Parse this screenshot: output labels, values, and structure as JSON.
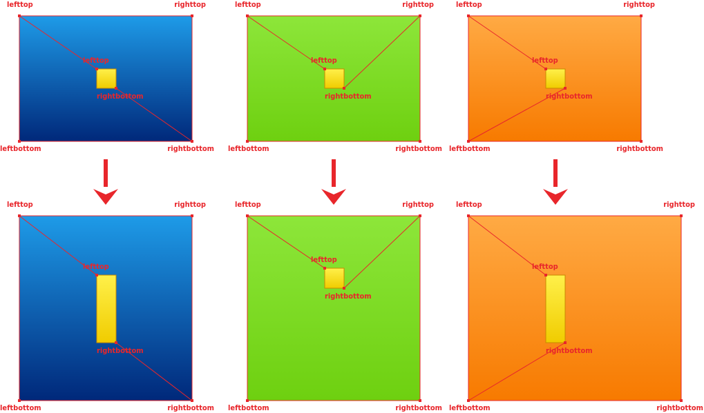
{
  "labels": {
    "left_top": "lefttop",
    "right_top": "righttop",
    "left_bottom": "leftbottom",
    "right_bottom": "rightbottom"
  },
  "colors": {
    "label": "#e8262b",
    "line": "#e8262b",
    "arrow": "#e8262b",
    "blue_top": "#1e9be8",
    "blue_bottom": "#00287a",
    "green_top": "#8de63a",
    "green_bottom": "#6ed010",
    "orange_top": "#ffaa44",
    "orange_bottom": "#f77a00",
    "inner_top": "#fff04a",
    "inner_bottom": "#f0cc00",
    "inner_stroke": "#c88a00"
  },
  "panels": [
    {
      "id": "blue-before",
      "fill": "blue"
    },
    {
      "id": "green-before",
      "fill": "green"
    },
    {
      "id": "orange-before",
      "fill": "orange"
    },
    {
      "id": "blue-after",
      "fill": "blue"
    },
    {
      "id": "green-after",
      "fill": "green"
    },
    {
      "id": "orange-after",
      "fill": "orange"
    }
  ]
}
